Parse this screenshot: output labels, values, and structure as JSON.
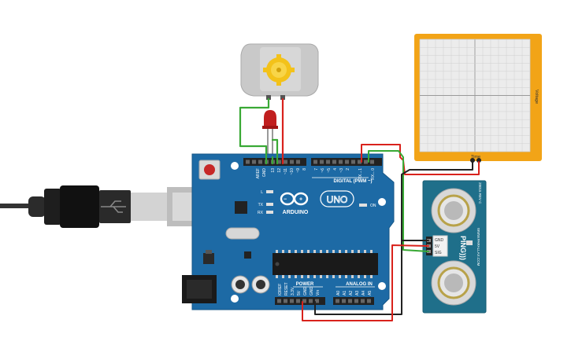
{
  "arduino": {
    "brand": "ARDUINO",
    "model": "UNO",
    "aref": "AREF",
    "gnd": "GND",
    "pins_top": [
      "13",
      "12",
      "~11",
      "~10",
      "~9",
      "8",
      "7",
      "~6",
      "~5",
      "4",
      "~3",
      "2",
      "TX→1",
      "RX←0"
    ],
    "digital_label": "DIGITAL (PWM ~)",
    "led_l": "L",
    "led_tx": "TX",
    "led_rx": "RX",
    "led_on": "ON",
    "power_label": "POWER",
    "power_pins": [
      "IOREF",
      "RESET",
      "3.3V",
      "5V",
      "GND",
      "GND",
      "Vin"
    ],
    "analog_label": "ANALOG IN",
    "analog_pins": [
      "A0",
      "A1",
      "A2",
      "A3",
      "A4",
      "A5"
    ]
  },
  "ping_sensor": {
    "name": "PING)))",
    "pins": [
      "GND",
      "5V",
      "SIG"
    ],
    "vendor": "WWW.PARALLAX.COM",
    "model_code": "28015 REV C"
  },
  "oscilloscope": {
    "x_label": "Time",
    "y_label": "Voltage"
  },
  "colors": {
    "board": "#1d6aa5",
    "wire_red": "#d9221c",
    "wire_green": "#39a935",
    "wire_black": "#222222",
    "scope_frame": "#f2a417",
    "sensor": "#1f6f8a"
  }
}
